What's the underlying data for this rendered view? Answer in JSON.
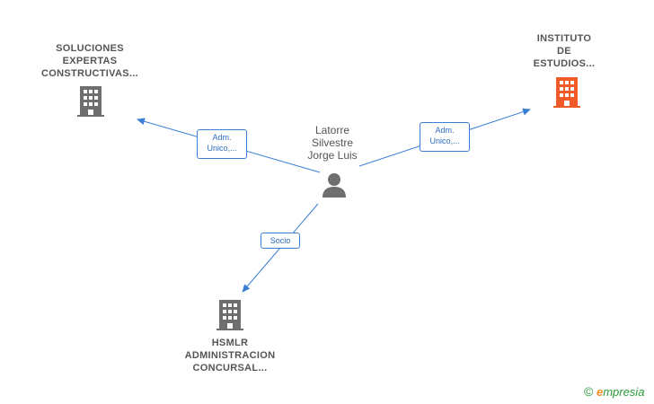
{
  "nodes": {
    "company_left": {
      "lines": [
        "SOLUCIONES",
        "EXPERTAS",
        "CONSTRUCTIVAS..."
      ],
      "color": "#6e6e6e"
    },
    "company_right": {
      "lines": [
        "INSTITUTO",
        "DE",
        "ESTUDIOS..."
      ],
      "color": "#f05a28"
    },
    "company_bottom": {
      "lines": [
        "HSMLR",
        "ADMINISTRACION",
        "CONCURSAL..."
      ],
      "color": "#6e6e6e"
    },
    "person": {
      "lines": [
        "Latorre",
        "Silvestre",
        "Jorge Luis"
      ],
      "color": "#6e6e6e"
    }
  },
  "edges": {
    "to_left": {
      "lines": [
        "Adm.",
        "Unico,..."
      ]
    },
    "to_right": {
      "lines": [
        "Adm.",
        "Unico,..."
      ]
    },
    "to_bottom": {
      "lines": [
        "Socio"
      ]
    },
    "color": "#3a7fd5"
  },
  "brand": {
    "copyright": "©",
    "e": "e",
    "name": "mpresia"
  }
}
